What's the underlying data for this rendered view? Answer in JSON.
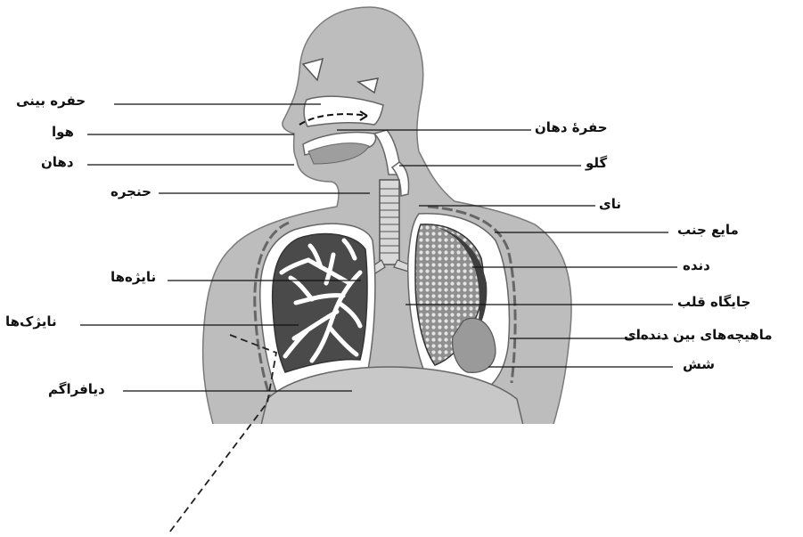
{
  "labels": {
    "nasal_cavity": "حفره بینی",
    "air": "هوا",
    "mouth": "دهان",
    "larynx": "حنجره",
    "bronchi": "نایژه‌ها",
    "bronchioles": "نایژک‌ها",
    "diaphragm": "دیافراگم",
    "oral_cavity": "حفرهٔ دهان",
    "throat": "گلو",
    "trachea": "نای",
    "pleural_fluid": "مایع جنب",
    "rib": "دنده",
    "heart_place": "جایگاه قلب",
    "intercostal_muscles": "ماهیچه‌های بین دنده‌ای",
    "lung": "شش"
  }
}
